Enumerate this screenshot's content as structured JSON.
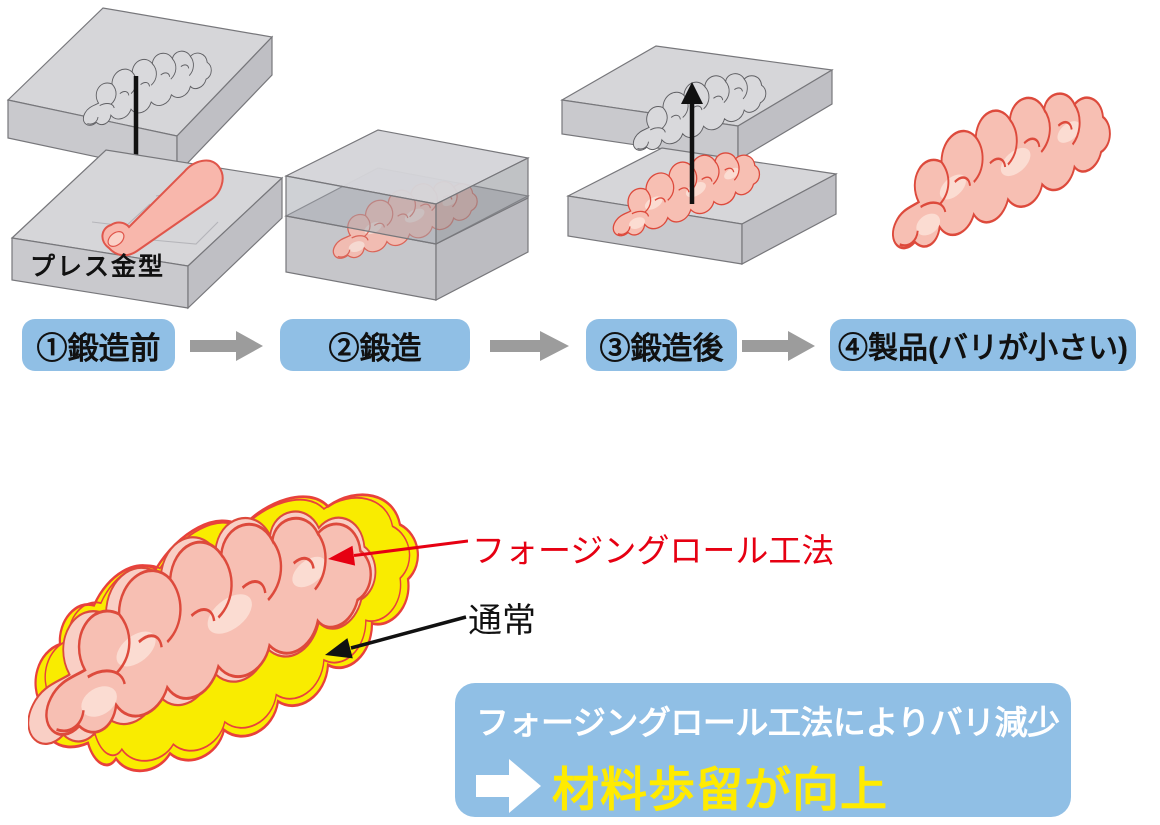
{
  "process_flow": {
    "stages": [
      {
        "label": "①鍛造前"
      },
      {
        "label": "②鍛造"
      },
      {
        "label": "③鍛造後"
      },
      {
        "label": "④製品(バリが小さい)"
      }
    ],
    "press_die_label": "プレス金型"
  },
  "flash_comparison": {
    "forging_roll_label": "フォージングロール工法",
    "normal_label": "通常"
  },
  "callout": {
    "line1": "フォージングロール工法によりバリ減少",
    "line2": "材料歩留が向上"
  },
  "colors": {
    "stage_box_blue": "#90BFE5",
    "callout_blue": "#90BFE5",
    "part_pink": "#F7BFB3",
    "part_outline_red": "#DD4A3C",
    "flash_yellow": "#F9EC00",
    "flash_outline_red": "#E8413C",
    "annotation_red": "#E60012",
    "annotation_black": "#111111",
    "yield_text_yellow": "#FFEB00",
    "flow_arrow_gray": "#9C9C9C",
    "die_gray_top": "#D6D6D9"
  },
  "icons": {
    "flow_arrow": "right-arrow-icon",
    "press_arrow": "down-arrow-icon",
    "release_arrow": "up-arrow-icon",
    "callout_arrow": "right-arrow-icon",
    "forging_roll_pointer": "left-down-arrow-icon",
    "normal_pointer": "left-down-arrow-icon"
  }
}
